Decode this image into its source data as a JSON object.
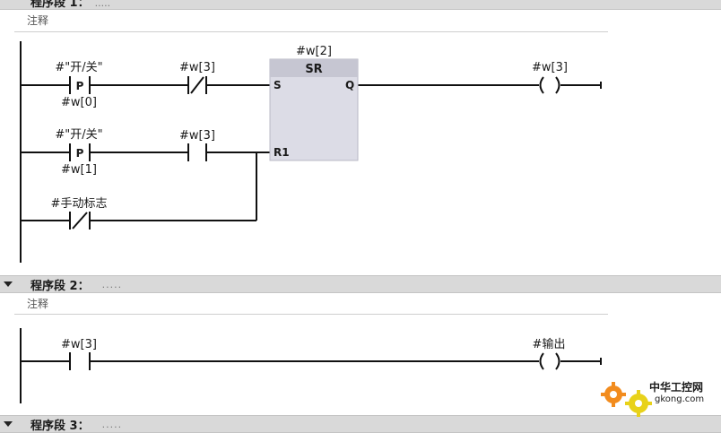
{
  "segment1": {
    "title": "程序段 1：",
    "dots": ".....",
    "comment": "注释",
    "rung1": {
      "contact1_label": "#\"开/关\"",
      "contact1_symbol": "P",
      "contact1_sub": "#w[0]",
      "contact2_label": "#w[3]",
      "coil_label": "#w[3]"
    },
    "sr_block": {
      "label": "#w[2]",
      "title": "SR",
      "pin_s": "S",
      "pin_q": "Q",
      "pin_r1": "R1"
    },
    "rung2": {
      "contact1_label": "#\"开/关\"",
      "contact1_symbol": "P",
      "contact1_sub": "#w[1]",
      "contact2_label": "#w[3]"
    },
    "rung3": {
      "contact_label": "#手动标志"
    }
  },
  "segment2": {
    "title": "程序段 2：",
    "dots": ".....",
    "comment": "注释",
    "contact_label": "#w[3]",
    "coil_label": "#输出"
  },
  "segment3": {
    "title": "程序段 3：",
    "dots": "....."
  },
  "watermark": {
    "name": "中华工控网",
    "url": "gkong.com"
  },
  "colors": {
    "header_bg": "#d9d9d9",
    "block_bg": "#dcdce6",
    "block_header": "#c6c6d2",
    "line": "#111111",
    "watermark_orange": "#f28c1e",
    "watermark_yellow": "#e8d21a"
  }
}
